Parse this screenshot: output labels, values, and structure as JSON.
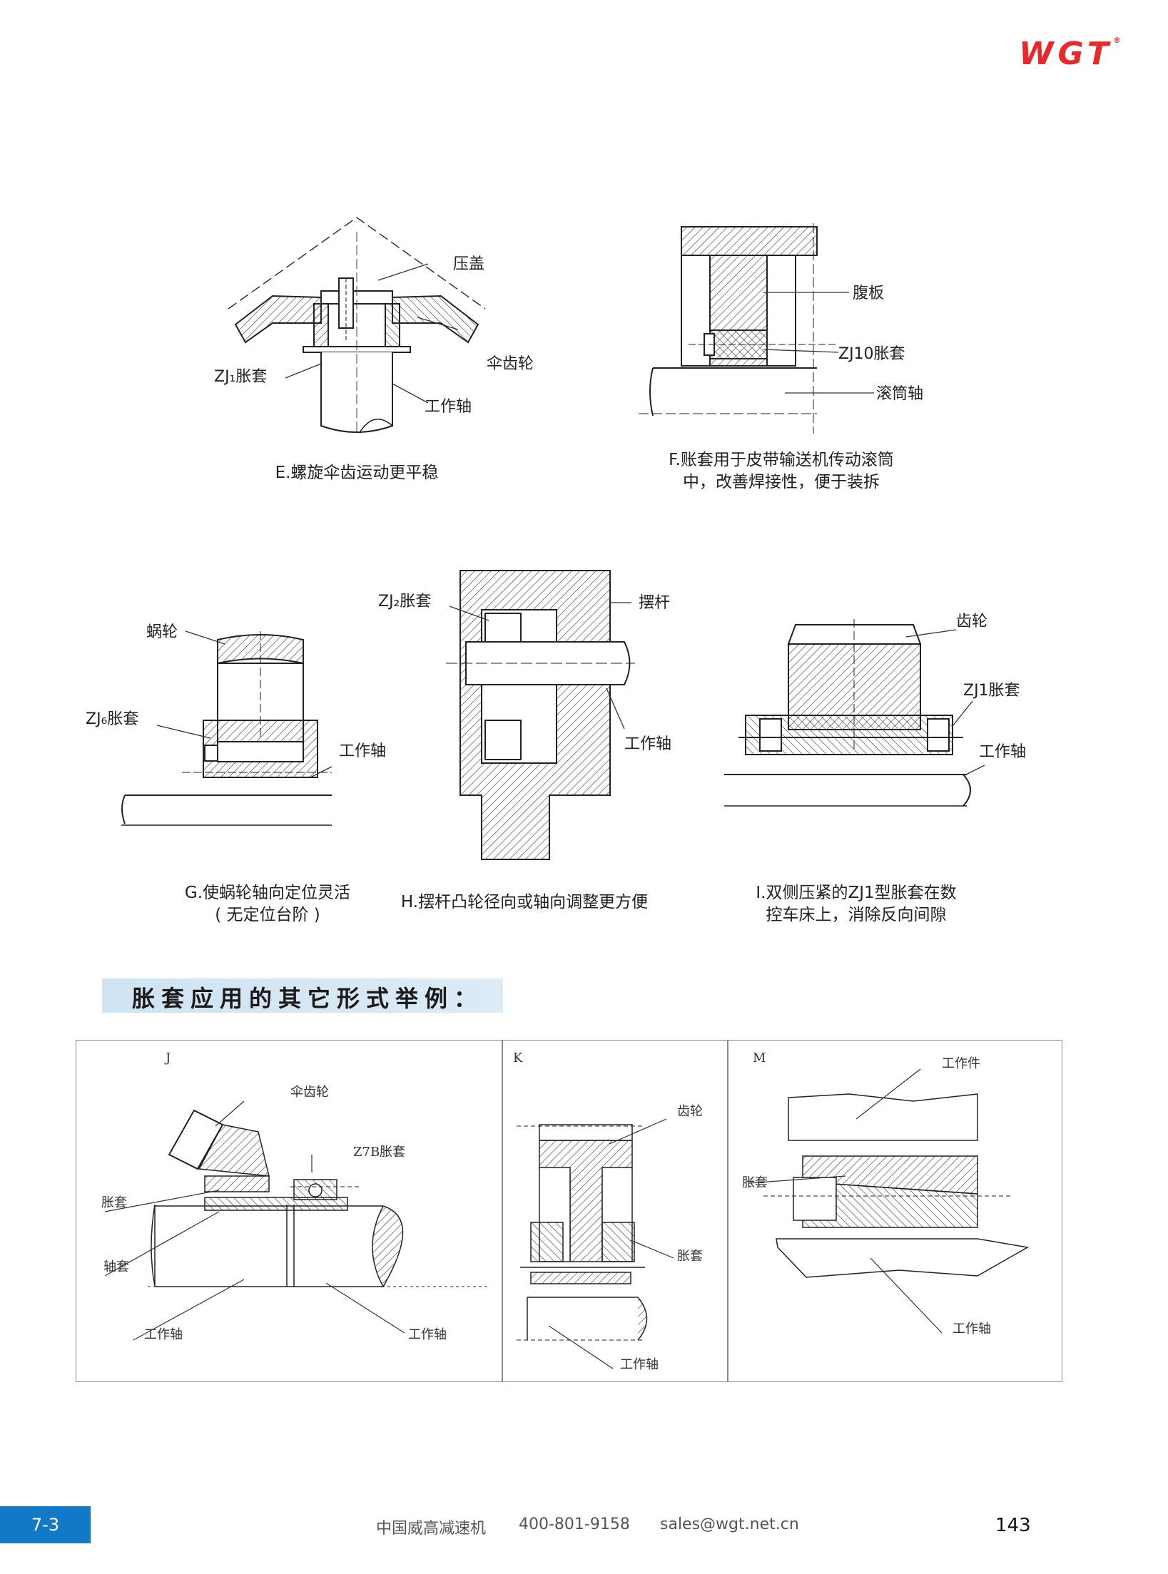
{
  "brand": {
    "logo": "WGT",
    "reg_mark": "®"
  },
  "figures": {
    "E": {
      "labels": [
        "压盖",
        "伞齿轮",
        "ZJ₁胀套",
        "工作轴"
      ],
      "caption": "E.螺旋伞齿运动更平稳"
    },
    "F": {
      "labels": [
        "腹板",
        "ZJ10胀套",
        "滚筒轴"
      ],
      "caption_line1": "F.账套用于皮带输送机传动滚筒",
      "caption_line2": "中，改善焊接性，便于装拆"
    },
    "G": {
      "labels": [
        "蜗轮",
        "ZJ₆胀套",
        "工作轴"
      ],
      "caption_line1": "G.使蜗轮轴向定位灵活",
      "caption_line2": "( 无定位台阶 )"
    },
    "H": {
      "labels": [
        "ZJ₂胀套",
        "摆杆",
        "工作轴"
      ],
      "caption": "H.摆杆凸轮径向或轴向调整更方便"
    },
    "I": {
      "labels": [
        "齿轮",
        "ZJ1胀套",
        "工作轴"
      ],
      "caption_line1": "I.双侧压紧的ZJ1型胀套在数",
      "caption_line2": "控车床上，消除反向间隙"
    }
  },
  "section": {
    "title": "胀套应用的其它形式举例："
  },
  "panels": {
    "J": {
      "letter": "J",
      "labels": [
        "伞齿轮",
        "Z7B胀套",
        "胀套",
        "轴套",
        "工作轴",
        "工作轴"
      ]
    },
    "K": {
      "letter": "K",
      "labels": [
        "齿轮",
        "胀套",
        "工作轴"
      ]
    },
    "M": {
      "letter": "M",
      "labels": [
        "工作件",
        "胀套",
        "工作轴"
      ]
    }
  },
  "footer": {
    "section_tab": "7-3",
    "company": "中国威高减速机",
    "phone": "400-801-9158",
    "email": "sales@wgt.net.cn",
    "page_number": "143"
  },
  "colors": {
    "brand_red": "#e8292b",
    "tab_blue": "#1278c8",
    "banner_blue": "#cfe3f2"
  }
}
